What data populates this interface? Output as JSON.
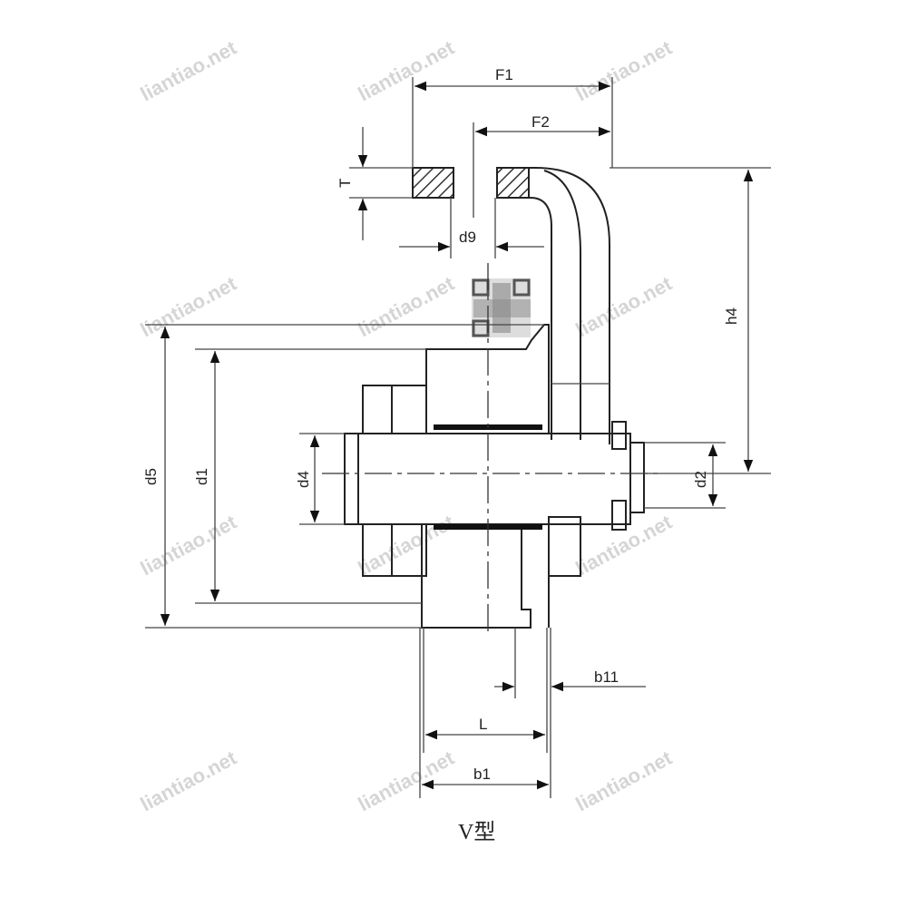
{
  "dimensions": {
    "F1": "F1",
    "F2": "F2",
    "T": "T",
    "d9": "d9",
    "h4": "h4",
    "d5": "d5",
    "d1": "d1",
    "d4": "d4",
    "d2": "d2",
    "b11": "b11",
    "L": "L",
    "b1": "b1"
  },
  "caption": "V型",
  "watermark": "liantiao.net"
}
